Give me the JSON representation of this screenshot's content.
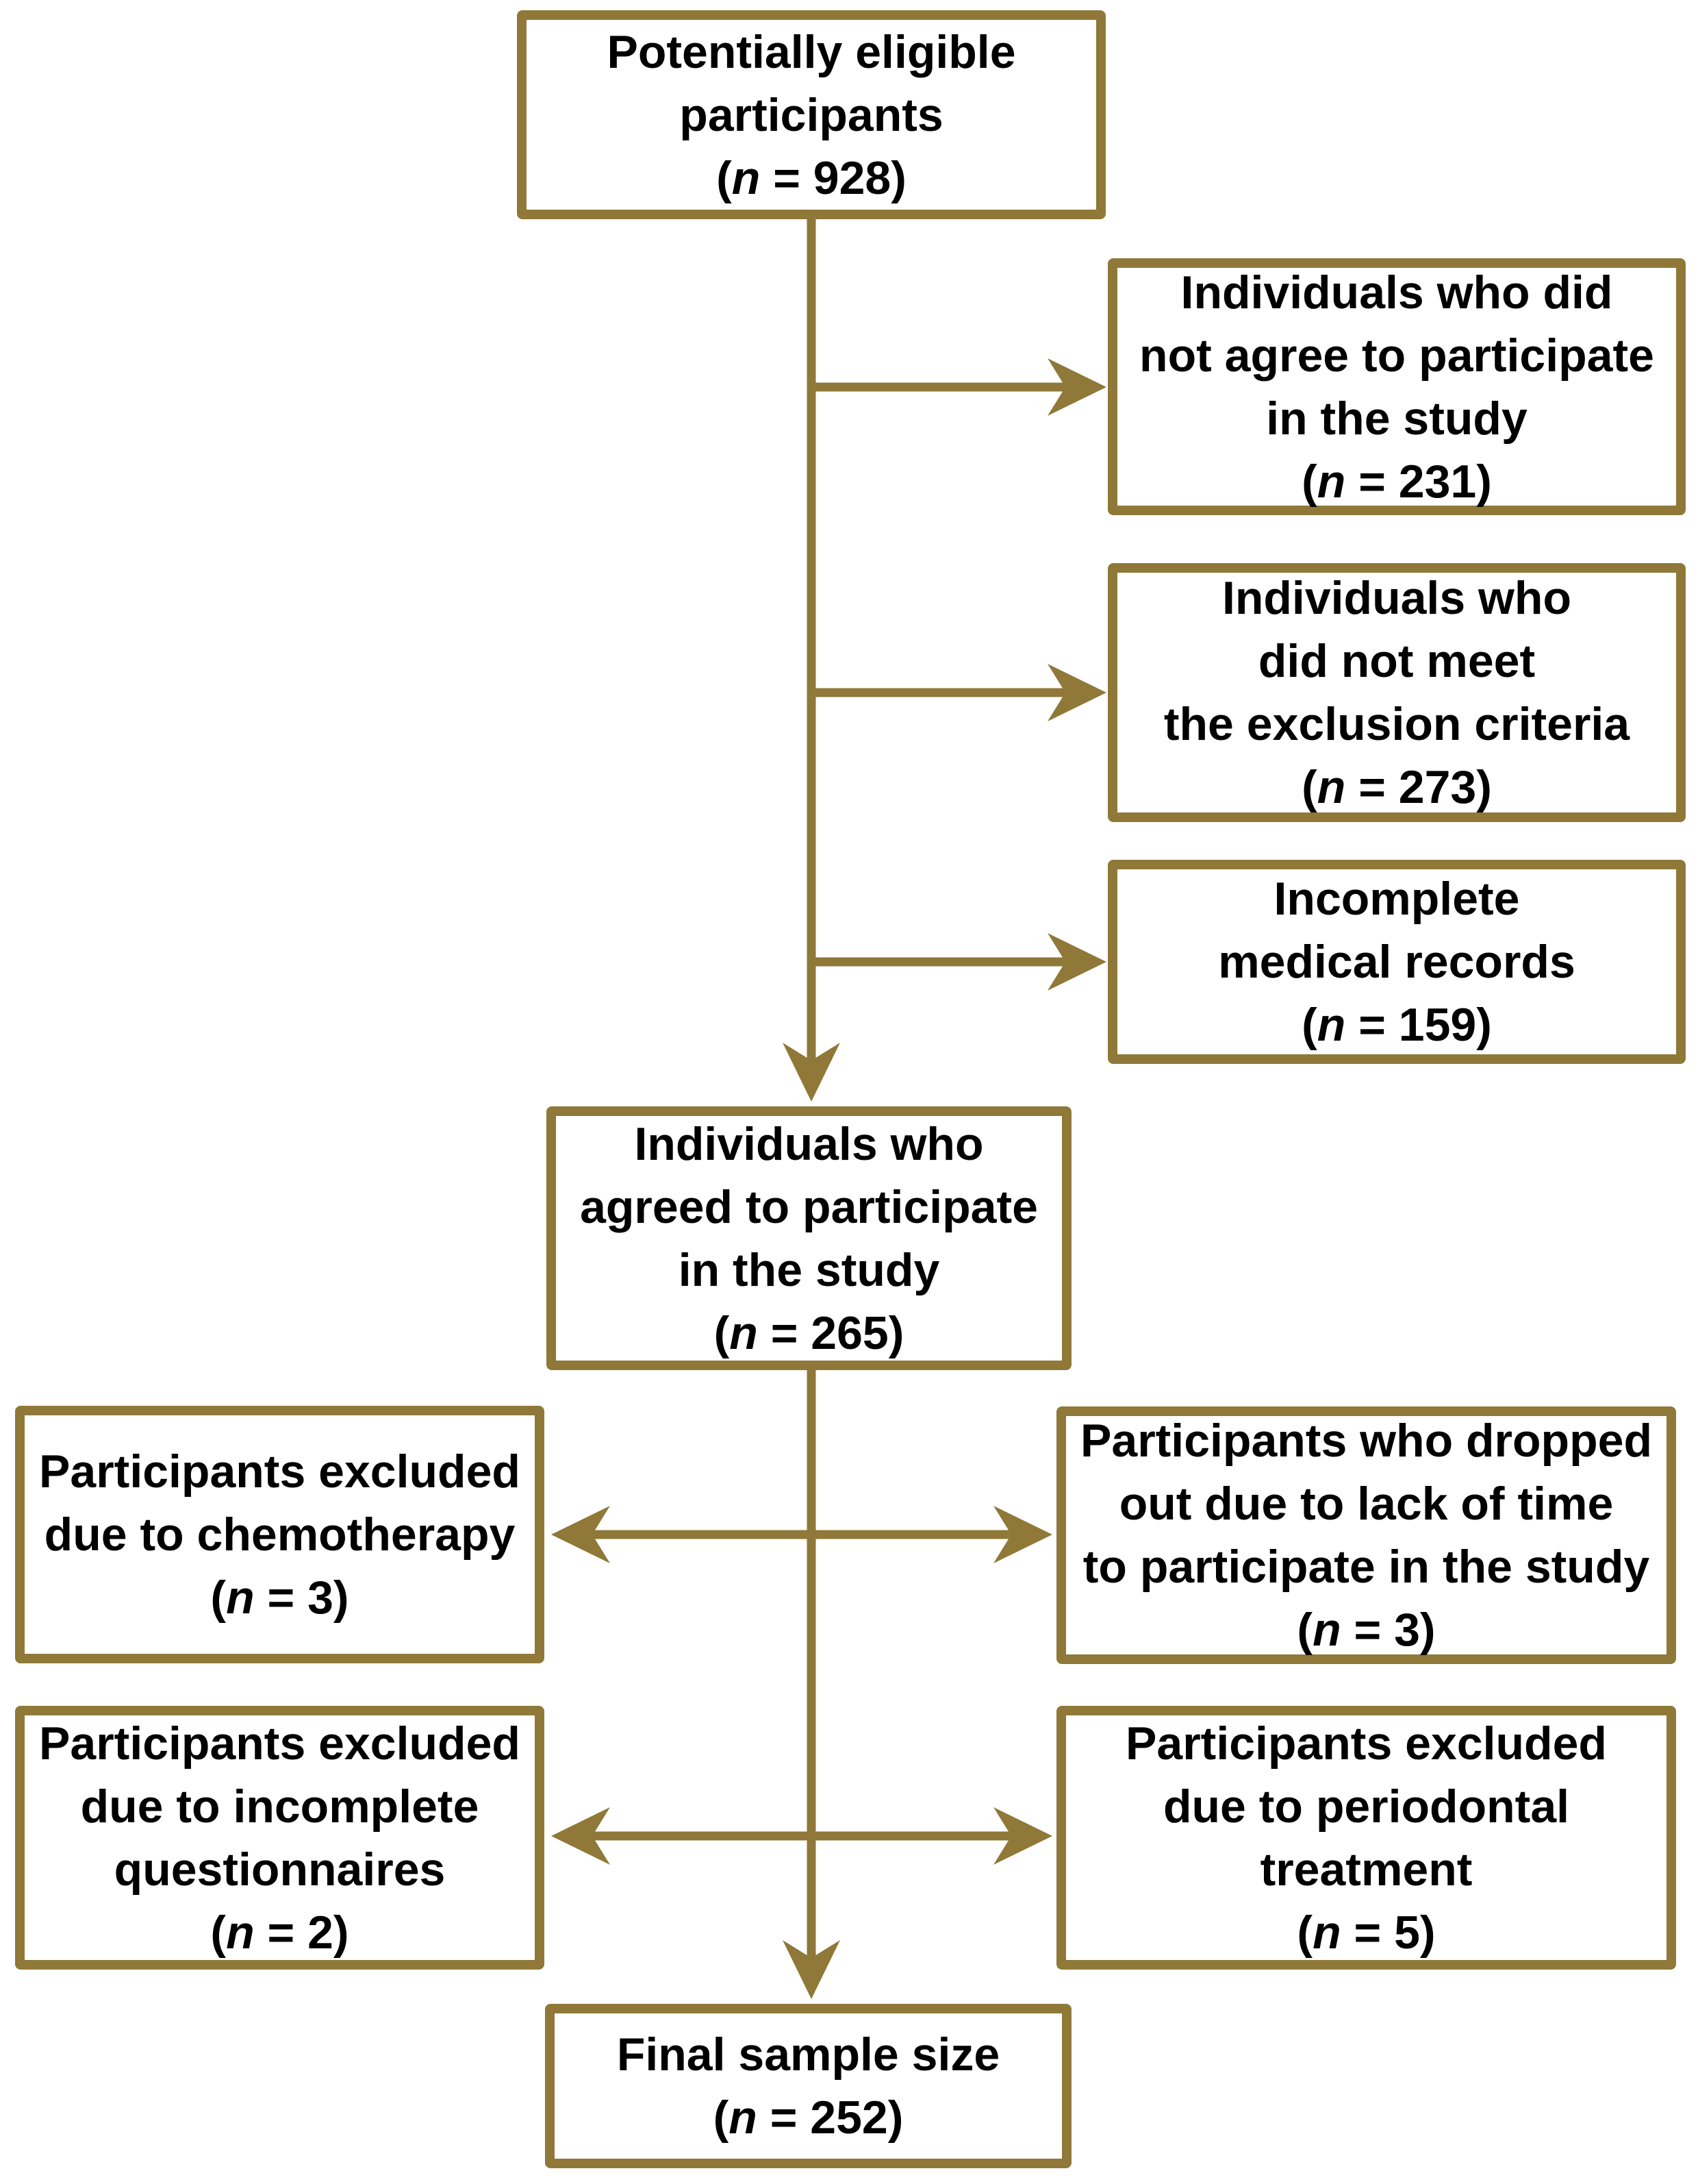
{
  "diagram": {
    "accent_color": "#8F7838",
    "text_color": "#000000",
    "background_color": "#FFFFFF",
    "boxes": {
      "eligible": {
        "lines": [
          "Potentially eligible",
          "participants"
        ],
        "n_prefix": "(",
        "n_var": "n",
        "n_suffix": " = 928)",
        "n_value": 928
      },
      "not_agree": {
        "lines": [
          "Individuals who did",
          "not agree to participate",
          "in the study"
        ],
        "n_prefix": "(",
        "n_var": "n",
        "n_suffix": " = 231)",
        "n_value": 231
      },
      "exclusion": {
        "lines": [
          "Individuals who",
          "did not meet",
          "the exclusion criteria"
        ],
        "n_prefix": "(",
        "n_var": "n",
        "n_suffix": " = 273)",
        "n_value": 273
      },
      "records": {
        "lines": [
          "Incomplete",
          "medical records"
        ],
        "n_prefix": "(",
        "n_var": "n",
        "n_suffix": " = 159)",
        "n_value": 159
      },
      "agreed": {
        "lines": [
          "Individuals who",
          "agreed to participate",
          "in the study"
        ],
        "n_prefix": "(",
        "n_var": "n",
        "n_suffix": " = 265)",
        "n_value": 265
      },
      "chemo": {
        "lines": [
          "Participants excluded",
          "due to chemotherapy"
        ],
        "n_prefix": "(",
        "n_var": "n",
        "n_suffix": " = 3)",
        "n_value": 3
      },
      "dropout": {
        "lines": [
          "Participants who dropped",
          "out due to lack of time",
          "to participate in the study"
        ],
        "n_prefix": "(",
        "n_var": "n",
        "n_suffix": " = 3)",
        "n_value": 3
      },
      "questionnaires": {
        "lines": [
          "Participants excluded",
          "due to incomplete",
          "questionnaires"
        ],
        "n_prefix": "(",
        "n_var": "n",
        "n_suffix": " = 2)",
        "n_value": 2
      },
      "periodontal": {
        "lines": [
          "Participants excluded",
          "due to periodontal",
          "treatment"
        ],
        "n_prefix": "(",
        "n_var": "n",
        "n_suffix": " = 5)",
        "n_value": 5
      },
      "final": {
        "lines": [
          "Final sample size"
        ],
        "n_prefix": "(",
        "n_var": "n",
        "n_suffix": " = 252)",
        "n_value": 252
      }
    }
  }
}
